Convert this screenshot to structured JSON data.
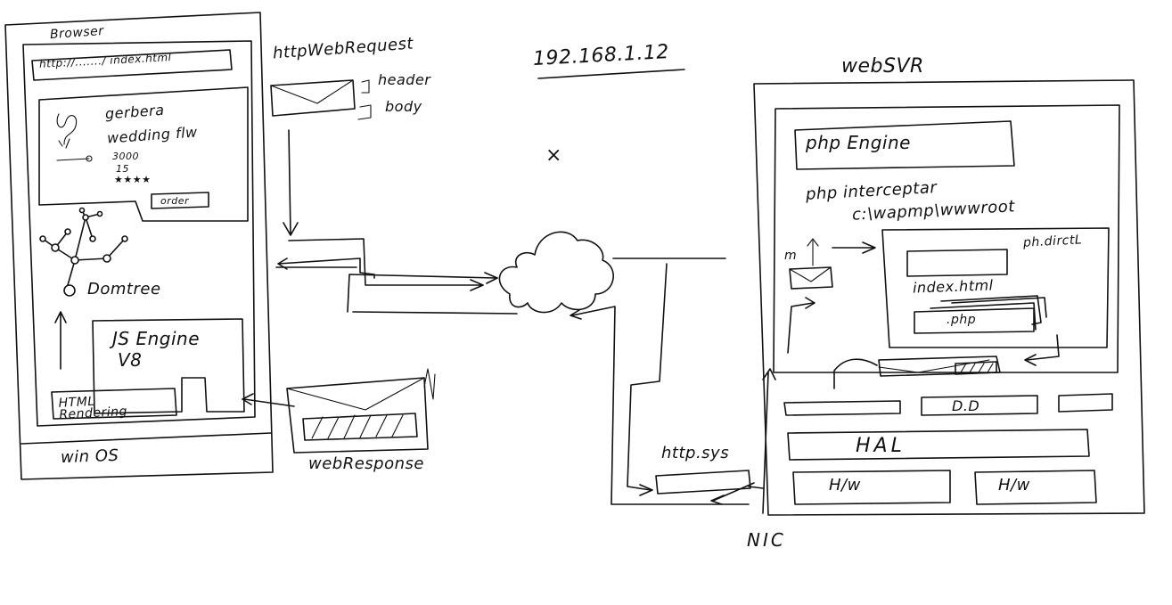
{
  "browser": {
    "title": "Browser",
    "url": "http://......./ index.html",
    "product": {
      "name": "gerbera",
      "subtitle": "wedding flw",
      "price": "3000",
      "qty": "15",
      "rating": "★★★★",
      "order_button": "order"
    },
    "domtree_label": "Domtree",
    "js_engine": {
      "label": "JS Engine",
      "version": "V8"
    },
    "html_rendering": "HTML Rendering",
    "os_label": "win OS"
  },
  "request": {
    "label": "httpWebRequest",
    "header": "header",
    "body": "body"
  },
  "network": {
    "ip": "192.168.1.12",
    "marker": "×"
  },
  "response": {
    "label": "webResponse"
  },
  "server": {
    "title": "webSVR",
    "php_engine": "php Engine",
    "php_interceptor": "php interceptar",
    "path": "c:\\wapmp\\wwwroot",
    "phys_dir": "ph.dirctL",
    "index_file": "index.html",
    "php_file": ".php",
    "m_label": "m",
    "dd": "D.D",
    "hal": "HAL",
    "hw1": "H/w",
    "hw2": "H/w",
    "http_sys": "http.sys",
    "nic": "NIC"
  }
}
